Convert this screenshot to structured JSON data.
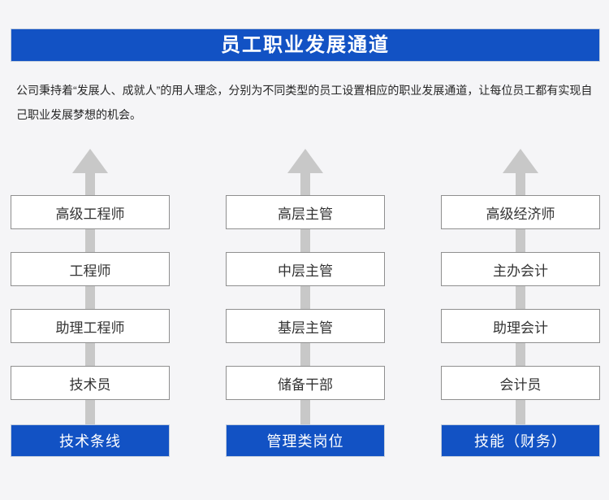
{
  "header": {
    "title": "员工职业发展通道"
  },
  "intro": {
    "text": "公司秉持着“发展人、成就人”的用人理念，分别为不同类型的员工设置相应的职业发展通道，让每位员工都有实现自己职业发展梦想的机会。"
  },
  "ladders": [
    {
      "track": "技术条线",
      "levels": [
        "高级工程师",
        "工程师",
        "助理工程师",
        "技术员"
      ]
    },
    {
      "track": "管理类岗位",
      "levels": [
        "高层主管",
        "中层主管",
        "基层主管",
        "储备干部"
      ]
    },
    {
      "track": "技能（财务）",
      "levels": [
        "高级经济师",
        "主办会计",
        "助理会计",
        "会计员"
      ]
    }
  ],
  "icons": {
    "ladder_direction": "up-arrow"
  },
  "colors": {
    "accent_blue": "#1252c4",
    "arrow_gray": "#c8c8c8",
    "background": "#f5f5f7",
    "box_border": "#8f8f8f",
    "box_text": "#333333",
    "banner_text": "#ffffff"
  }
}
